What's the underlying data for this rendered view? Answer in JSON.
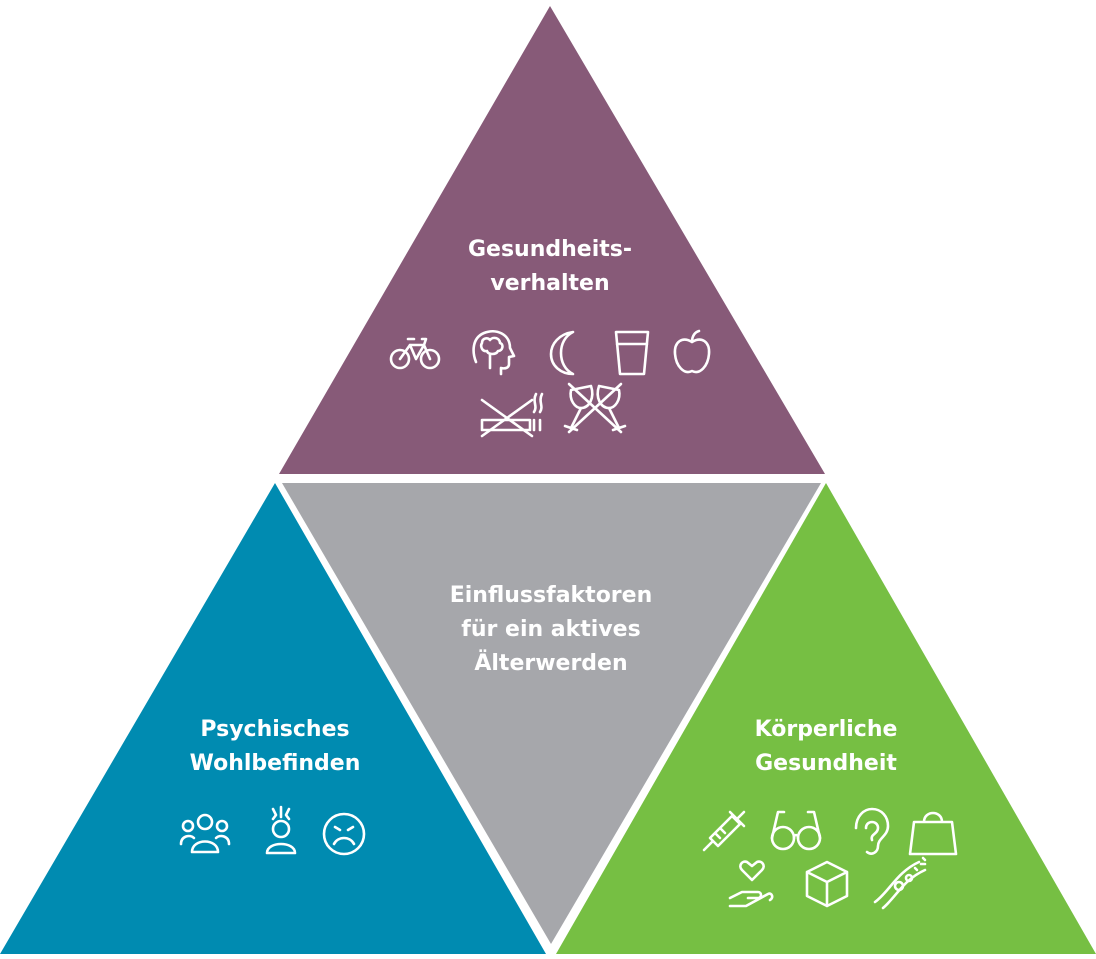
{
  "diagram": {
    "top": {
      "lines": [
        "Gesundheits-",
        "verhalten"
      ],
      "color": "#875A78"
    },
    "center": {
      "lines": [
        "Einflussfaktoren",
        "für ein aktives",
        "Älterwerden"
      ],
      "color": "#A6A7AB"
    },
    "left": {
      "lines": [
        "Psychisches",
        "Wohlbefinden"
      ],
      "color": "#008BB1"
    },
    "right": {
      "lines": [
        "Körperliche",
        "Gesundheit"
      ],
      "color": "#76BF43"
    }
  },
  "icons": {
    "top": [
      "bicycle-icon",
      "brain-head-icon",
      "moon-icon",
      "glass-icon",
      "apple-icon",
      "no-smoking-icon",
      "no-alcohol-icon"
    ],
    "left": [
      "social-group-icon",
      "stress-person-icon",
      "sad-face-icon"
    ],
    "right": [
      "syringe-icon",
      "glasses-icon",
      "ear-icon",
      "weight-icon",
      "heart-hand-icon",
      "box-icon",
      "blood-vessel-icon"
    ]
  }
}
